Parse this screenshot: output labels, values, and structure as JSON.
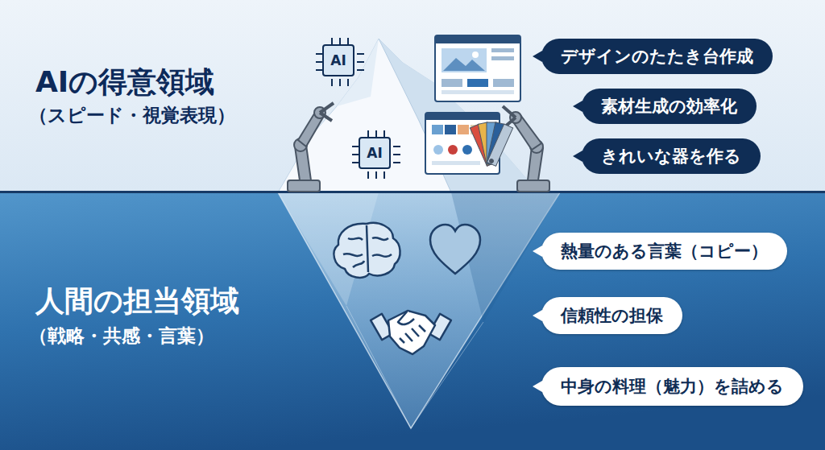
{
  "diagram": {
    "nodes": [
      {
        "text": [
          "AI"
        ]
      },
      {
        "text": [
          "デザインのたたき台作成"
        ]
      },
      {
        "text": [
          "素材生成の効率化"
        ]
      },
      {
        "text": [
          "AI"
        ]
      },
      {
        "text": [
          "きれいな器を作る"
        ]
      },
      {
        "text": [
          "熱量のある言葉（コピー）"
        ]
      },
      {
        "text": [
          "信頼性の担保"
        ]
      },
      {
        "text": [
          "中身の料理（魅力）を詰める"
        ]
      }
    ],
    "labels": [
      "AIの得意領域",
      "（スピード・視覚表現）",
      "人間の担当領域",
      "（戦略・共感・言葉）"
    ]
  }
}
